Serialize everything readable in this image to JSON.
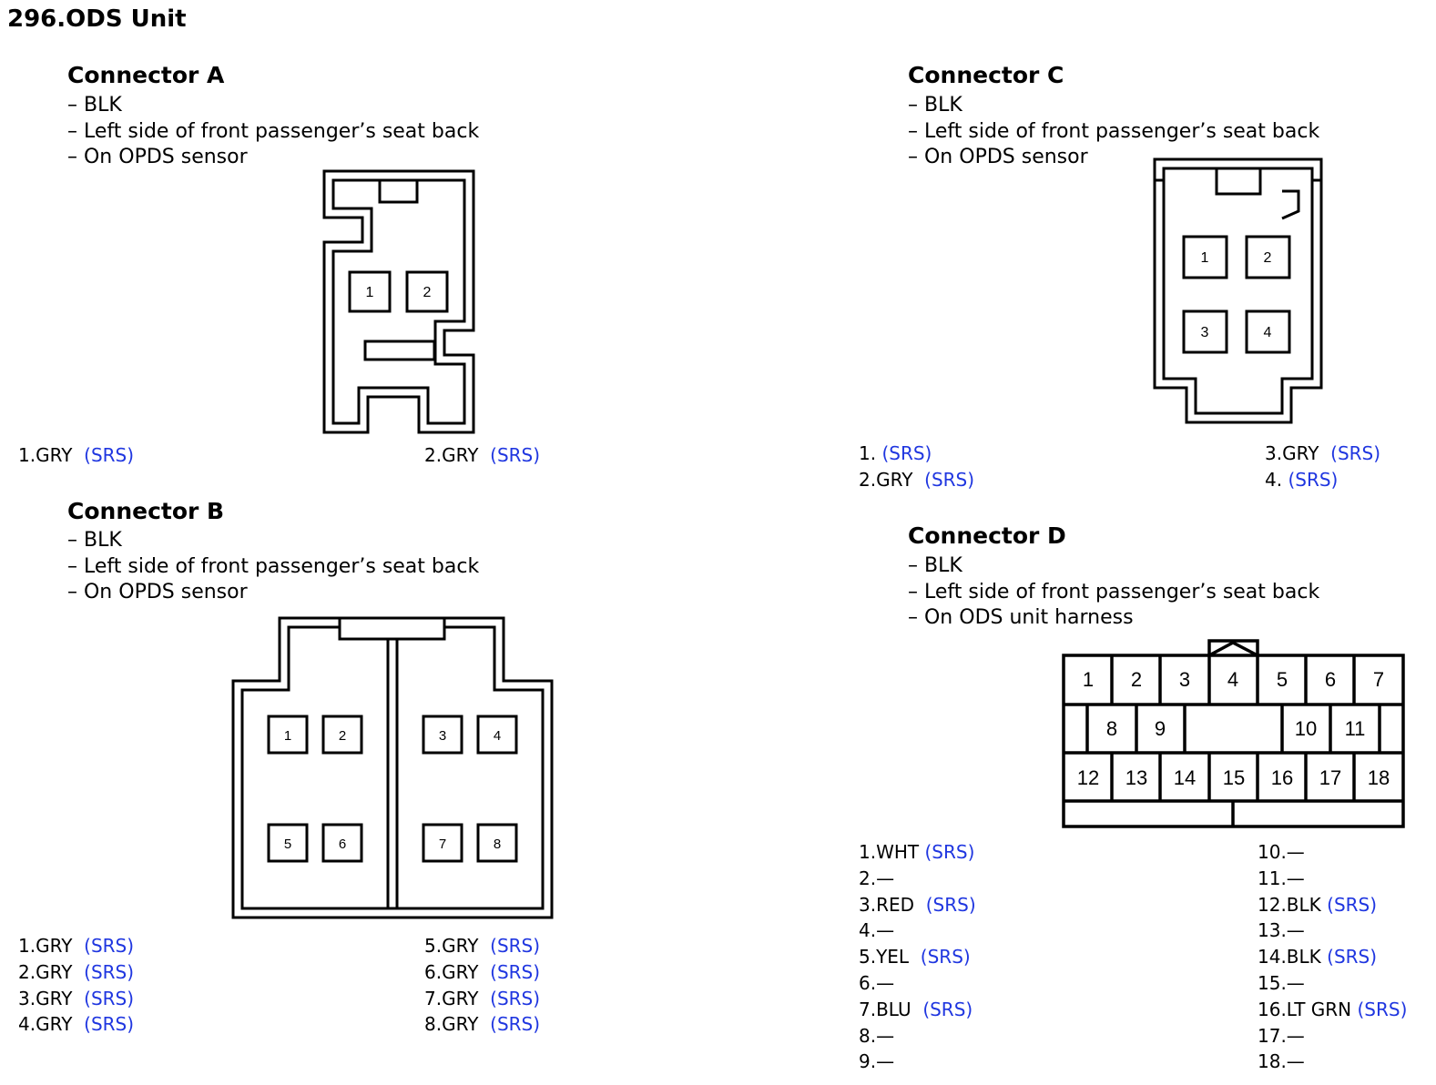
{
  "page": {
    "title": "296.ODS Unit"
  },
  "colors": {
    "text": "#000000",
    "srs": "#1f36e0"
  },
  "connectors": {
    "a": {
      "heading": "Connector A",
      "lines": [
        "– BLK",
        "– Left side of front passenger’s seat back",
        "– On OPDS sensor"
      ],
      "pins": [
        {
          "label": "1.GRY",
          "system": "(SRS)"
        },
        {
          "label": "2.GRY",
          "system": "(SRS)"
        }
      ],
      "cavities": [
        "1",
        "2"
      ]
    },
    "b": {
      "heading": "Connector B",
      "lines": [
        "– BLK",
        "– Left side of front passenger’s seat back",
        "– On OPDS sensor"
      ],
      "pins": [
        {
          "label": "1.GRY",
          "system": "(SRS)"
        },
        {
          "label": "2.GRY",
          "system": "(SRS)"
        },
        {
          "label": "3.GRY",
          "system": "(SRS)"
        },
        {
          "label": "4.GRY",
          "system": "(SRS)"
        },
        {
          "label": "5.GRY",
          "system": "(SRS)"
        },
        {
          "label": "6.GRY",
          "system": "(SRS)"
        },
        {
          "label": "7.GRY",
          "system": "(SRS)"
        },
        {
          "label": "8.GRY",
          "system": "(SRS)"
        }
      ],
      "cavities": [
        "1",
        "2",
        "3",
        "4",
        "5",
        "6",
        "7",
        "8"
      ]
    },
    "c": {
      "heading": "Connector C",
      "lines": [
        "– BLK",
        "– Left side of front passenger’s seat back",
        "– On OPDS sensor"
      ],
      "pins": [
        {
          "label": "1.",
          "system": "(SRS)"
        },
        {
          "label": "2.GRY",
          "system": "(SRS)"
        },
        {
          "label": "3.GRY",
          "system": "(SRS)"
        },
        {
          "label": "4.",
          "system": "(SRS)"
        }
      ],
      "cavities": [
        "1",
        "2",
        "3",
        "4"
      ]
    },
    "d": {
      "heading": "Connector D",
      "lines": [
        "– BLK",
        "– Left side of front passenger’s seat back",
        "– On ODS unit harness"
      ],
      "pins": [
        {
          "label": "1.WHT",
          "system": "(SRS)"
        },
        {
          "label": "2.—",
          "system": ""
        },
        {
          "label": "3.RED",
          "system": "(SRS)"
        },
        {
          "label": "4.—",
          "system": ""
        },
        {
          "label": "5.YEL",
          "system": "(SRS)"
        },
        {
          "label": "6.—",
          "system": ""
        },
        {
          "label": "7.BLU",
          "system": "(SRS)"
        },
        {
          "label": "8.—",
          "system": ""
        },
        {
          "label": "9.—",
          "system": ""
        },
        {
          "label": "10.—",
          "system": ""
        },
        {
          "label": "11.—",
          "system": ""
        },
        {
          "label": "12.BLK",
          "system": "(SRS)"
        },
        {
          "label": "13.—",
          "system": ""
        },
        {
          "label": "14.BLK",
          "system": "(SRS)"
        },
        {
          "label": "15.—",
          "system": ""
        },
        {
          "label": "16.LT GRN",
          "system": "(SRS)"
        },
        {
          "label": "17.—",
          "system": ""
        },
        {
          "label": "18.—",
          "system": ""
        }
      ],
      "cavities": [
        "1",
        "2",
        "3",
        "4",
        "5",
        "6",
        "7",
        "8",
        "9",
        "10",
        "11",
        "12",
        "13",
        "14",
        "15",
        "16",
        "17",
        "18"
      ]
    }
  }
}
